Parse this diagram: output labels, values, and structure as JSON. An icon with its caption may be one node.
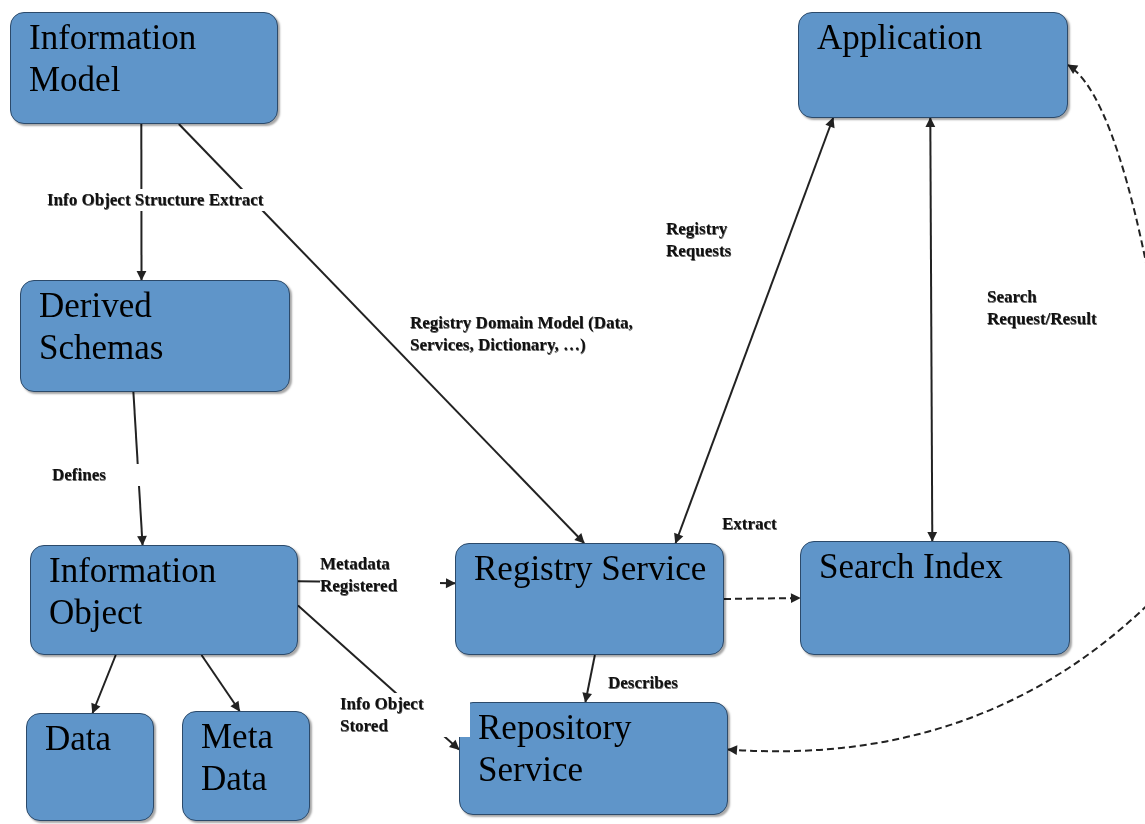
{
  "diagram": {
    "nodes": [
      {
        "text": [
          "Information Model"
        ]
      },
      {
        "text": [
          "Application"
        ]
      },
      {
        "text": [
          "Derived Schemas"
        ]
      },
      {
        "text": [
          "Information Object"
        ]
      },
      {
        "text": [
          "Registry Service"
        ]
      },
      {
        "text": [
          "Search Index"
        ]
      },
      {
        "text": [
          "Data"
        ]
      },
      {
        "text": [
          "Meta Data"
        ]
      },
      {
        "text": [
          "Repository Service"
        ]
      }
    ],
    "edges": [
      {
        "from": 0,
        "to": 2,
        "arrow": "to",
        "label": "Info Object Structure Extract"
      },
      {
        "from": 0,
        "to": 4,
        "arrow": "to",
        "label": "Registry Domain Model (Data, Services, Dictionary, …)"
      },
      {
        "from": 2,
        "to": 3,
        "arrow": "to",
        "label": "Defines"
      },
      {
        "from": 3,
        "to": 4,
        "arrow": "to",
        "label": "Metadata Registered"
      },
      {
        "from": 3,
        "to": 8,
        "arrow": "to",
        "label": "Info Object Stored"
      },
      {
        "from": 3,
        "to": 6,
        "arrow": "to"
      },
      {
        "from": 3,
        "to": 7,
        "arrow": "to"
      },
      {
        "from": 1,
        "to": 4,
        "arrow": "both",
        "label": "Registry Requests"
      },
      {
        "from": 1,
        "to": 5,
        "arrow": "both",
        "label": "Search Request/Result"
      },
      {
        "from": 4,
        "to": 5,
        "arrow": "to",
        "style": "dashed",
        "label": "Extract"
      },
      {
        "from": 4,
        "to": 8,
        "arrow": "to",
        "label": "Describes"
      },
      {
        "from": 8,
        "to": 1,
        "arrow": "both",
        "style": "dashed"
      }
    ]
  }
}
